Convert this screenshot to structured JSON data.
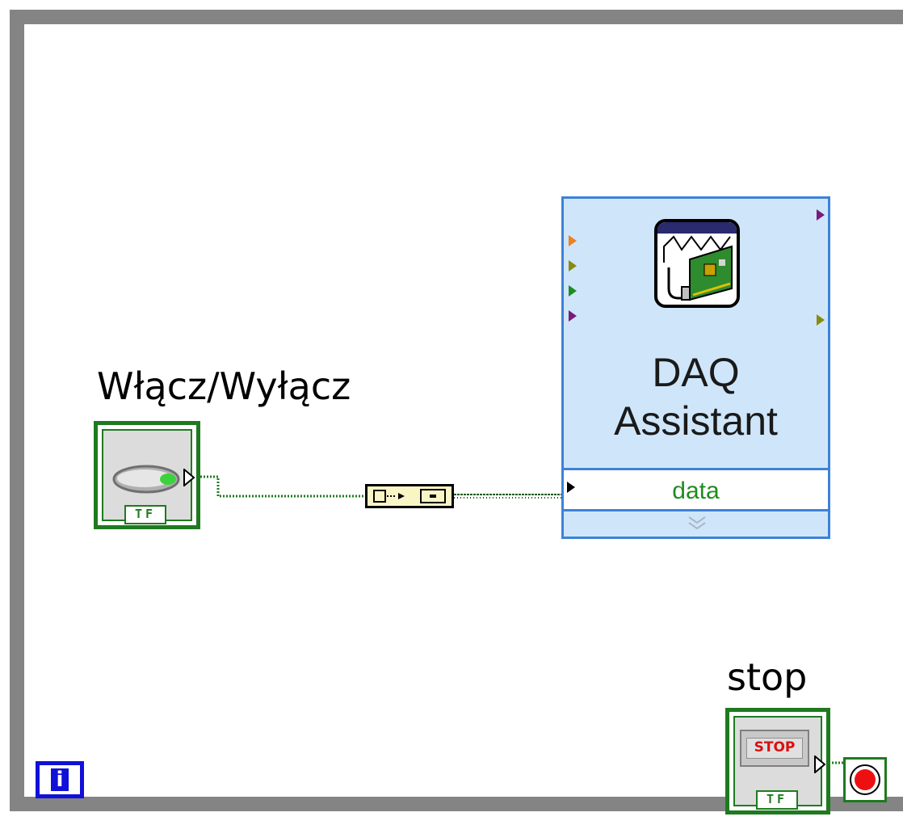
{
  "switch_control": {
    "label": "Włącz/Wyłącz",
    "terminal_type": "TF"
  },
  "stop_control": {
    "label": "stop",
    "button_text": "STOP",
    "terminal_type": "TF"
  },
  "daq_assistant": {
    "title_line1": "DAQ",
    "title_line2": "Assistant",
    "data_input_label": "data",
    "icon": "daq-card-icon"
  },
  "info_icon": {
    "text": "i"
  },
  "colors": {
    "loop_frame": "#848484",
    "boolean_wire": "#1f7a1f",
    "daq_fill": "#cfe6fa",
    "daq_border": "#3d82d9",
    "convert_fill": "#fbf5c6"
  }
}
